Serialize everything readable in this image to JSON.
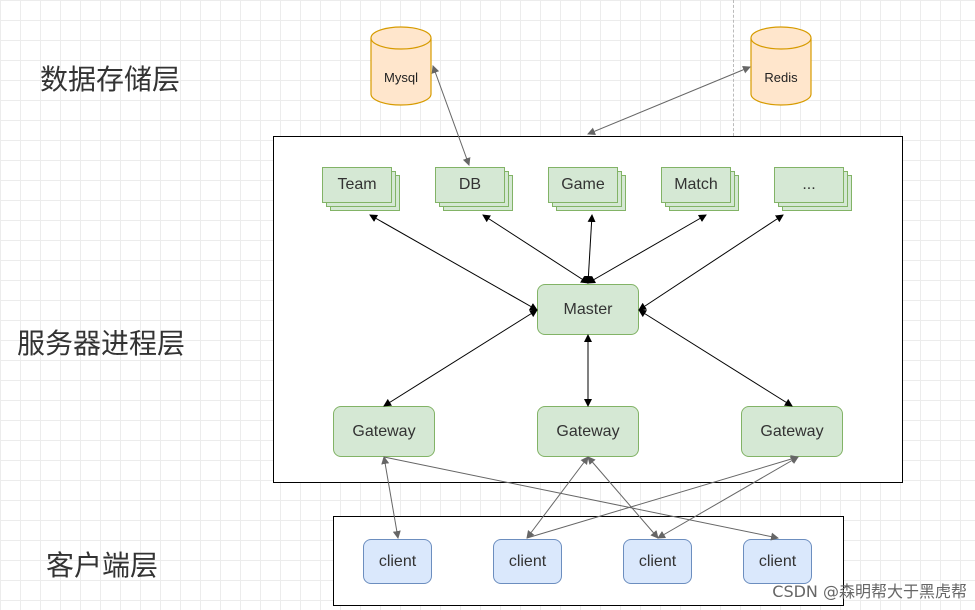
{
  "layers": {
    "storage": "数据存储层",
    "server": "服务器进程层",
    "client": "客户端层"
  },
  "storage": {
    "mysql": "Mysql",
    "redis": "Redis"
  },
  "modules": [
    "Team",
    "DB",
    "Game",
    "Match",
    "..."
  ],
  "master": "Master",
  "gateways": [
    "Gateway",
    "Gateway",
    "Gateway"
  ],
  "clients": [
    "client",
    "client",
    "client",
    "client"
  ],
  "watermark": "CSDN @森明帮大于黑虎帮",
  "colors": {
    "green_fill": "#d5e8d4",
    "green_stroke": "#82b366",
    "blue_fill": "#dae8fc",
    "blue_stroke": "#6c8ebf",
    "db_fill": "#ffe6cc",
    "db_stroke": "#d79b00"
  }
}
